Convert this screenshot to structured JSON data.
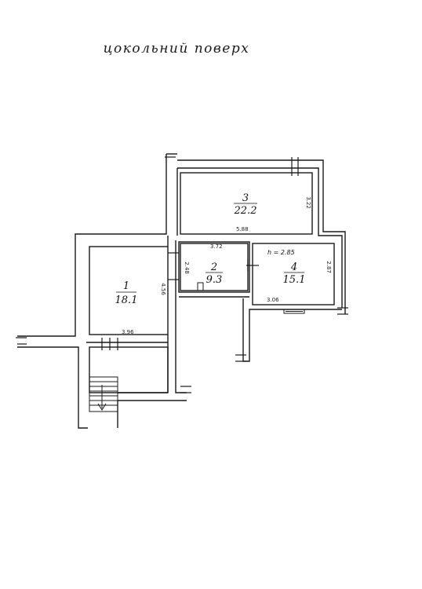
{
  "plan": {
    "title": "цокольний  поверх",
    "rooms": [
      {
        "number": "1",
        "area": "18.1"
      },
      {
        "number": "2",
        "area": "9.3"
      },
      {
        "number": "3",
        "area": "22.2"
      },
      {
        "number": "4",
        "area": "15.1"
      }
    ],
    "ceiling_height": "h = 2.85",
    "dimensions": {
      "room1_width": "3.96",
      "room1_depth": "4.56",
      "room2_width": "3.72",
      "room2_depth": "2.48",
      "room3_width": "5.88",
      "room3_depth": "3.22",
      "room4_width": "3.06",
      "room4_depth": "2.87"
    }
  }
}
